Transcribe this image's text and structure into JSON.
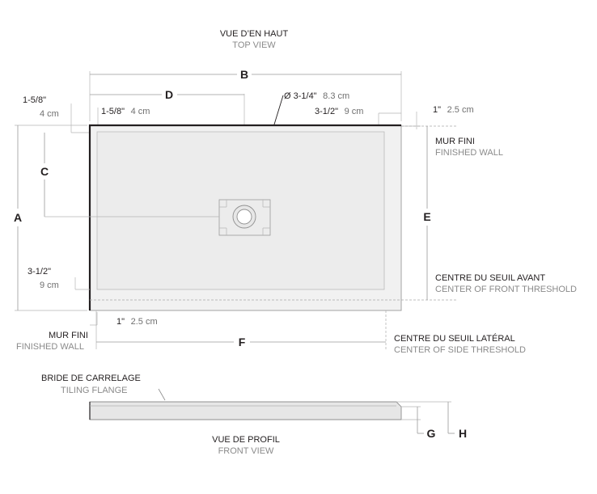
{
  "top_view": {
    "title_fr": "VUE D’EN HAUT",
    "title_en": "TOP VIEW"
  },
  "front_view": {
    "title_fr": "VUE DE PROFIL",
    "title_en": "FRONT VIEW"
  },
  "dimensions": {
    "A": "A",
    "B": "B",
    "C": "C",
    "D": "D",
    "E": "E",
    "F": "F",
    "G": "G",
    "H": "H"
  },
  "measurements": {
    "top_left_in": "1-5/8\"",
    "top_left_cm": "4 cm",
    "inner_left_in": "1-5/8\"",
    "inner_left_cm": "4 cm",
    "drain_diameter": "Ø 3-1/4\"",
    "drain_cm": "8.3 cm",
    "right_in": "3-1/2\"",
    "right_cm": "9 cm",
    "top_right_in": "1\"",
    "top_right_cm": "2.5 cm",
    "bottom_left_in": "3-1/2\"",
    "bottom_left_cm": "9 cm",
    "bottom_in": "1\"",
    "bottom_cm": "2.5 cm"
  },
  "labels": {
    "finished_wall_right_fr": "MUR FINI",
    "finished_wall_right_en": "FINISHED WALL",
    "finished_wall_left_fr": "MUR FINI",
    "finished_wall_left_en": "FINISHED WALL",
    "front_threshold_fr": "CENTRE DU SEUIL AVANT",
    "front_threshold_en": "CENTER OF FRONT THRESHOLD",
    "side_threshold_fr": "CENTRE DU SEUIL LATÉRAL",
    "side_threshold_en": "CENTER OF SIDE THRESHOLD",
    "tiling_flange_fr": "BRIDE DE CARRELAGE",
    "tiling_flange_en": "TILING FLANGE"
  }
}
